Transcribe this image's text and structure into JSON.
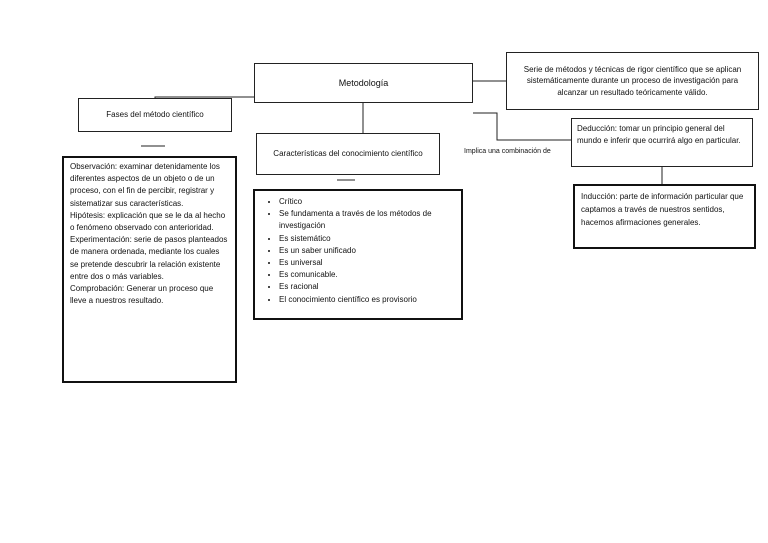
{
  "root": {
    "label": "Metodología"
  },
  "definition": {
    "text": "Serie de métodos y técnicas de rigor científico que se aplican sistemáticamente durante un proceso de investigación para alcanzar un resultado teóricamente válido."
  },
  "phases": {
    "title": "Fases del método científico",
    "items": [
      "Observación: examinar detenidamente los diferentes aspectos de un objeto o de un proceso, con el fin de percibir, registrar y sistematizar sus características.",
      "Hipótesis: explicación que se le da al hecho o fenómeno observado con anterioridad.",
      "Experimentación: serie de pasos planteados de manera ordenada, mediante los cuales se pretende descubrir la relación existente entre dos o más variables.",
      "Comprobación: Generar un proceso que lleve a nuestros resultado."
    ]
  },
  "characteristics": {
    "title": "Características del conocimiento científico",
    "items": [
      "Crítico",
      "Se fundamenta a través de los métodos de investigación",
      "Es sistemático",
      "Es un saber unificado",
      "Es universal",
      "Es comunicable.",
      "Es racional",
      "El conocimiento científico es provisorio"
    ]
  },
  "combination": {
    "label": "Implica una combinación de",
    "deduction": "Deducción: tomar un principio general del mundo e inferir que ocurrirá algo en particular.",
    "induction": "Inducción: parte de información particular que captamos a través de nuestros sentidos, hacemos afirmaciones generales."
  }
}
